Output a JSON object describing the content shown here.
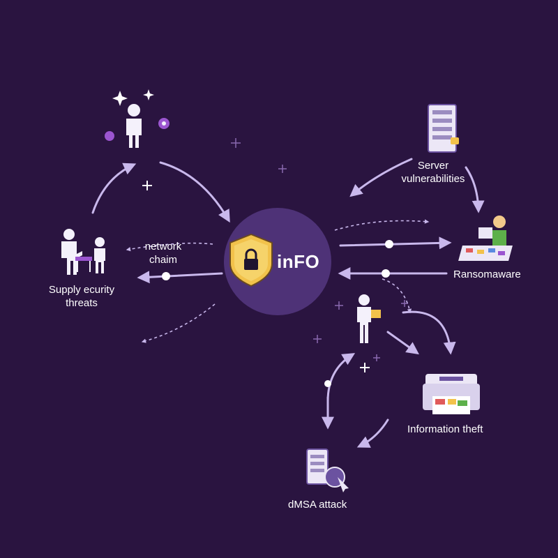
{
  "hub": {
    "title": "inFO"
  },
  "labels": {
    "network_chain": "network chaim",
    "supply": "Supply ecurity threats",
    "server": "Server vulnerabilities",
    "ransomware": "Ransomaware",
    "info_theft": "Information theft",
    "dmsa": "dMSA attack"
  },
  "colors": {
    "background": "#2a1440",
    "hub": "#4e3277",
    "arrow": "#c9b8ec",
    "icon_white": "#f4f1fb",
    "accent_purple": "#9b55d0",
    "shield_gold": "#f2c24b"
  }
}
